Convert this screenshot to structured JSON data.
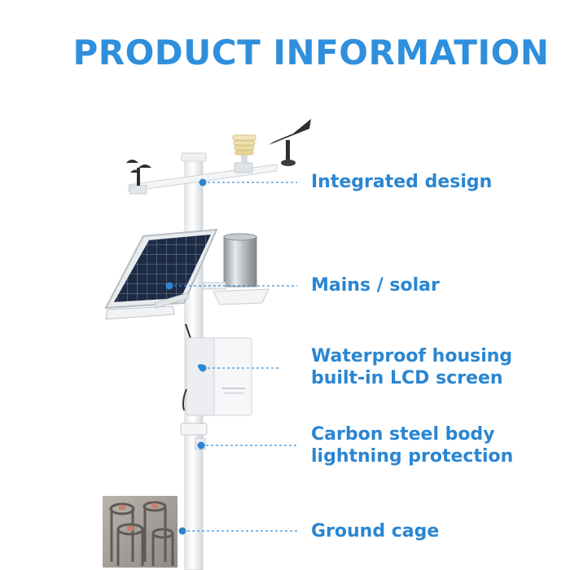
{
  "title": "PRODUCT INFORMATION",
  "accent_color": "#2f8fdc",
  "features": [
    {
      "lines": [
        "Integrated design"
      ],
      "icon": "wind-sensor-arm-icon"
    },
    {
      "lines": [
        "Mains / solar"
      ],
      "icon": "solar-panel-icon"
    },
    {
      "lines": [
        "Waterproof housing",
        "built-in LCD screen"
      ],
      "icon": "control-box-icon"
    },
    {
      "lines": [
        "Carbon steel body",
        "lightning protection"
      ],
      "icon": "pole-clamp-icon"
    },
    {
      "lines": [
        "Ground cage"
      ],
      "icon": "ground-cage-icon"
    }
  ]
}
